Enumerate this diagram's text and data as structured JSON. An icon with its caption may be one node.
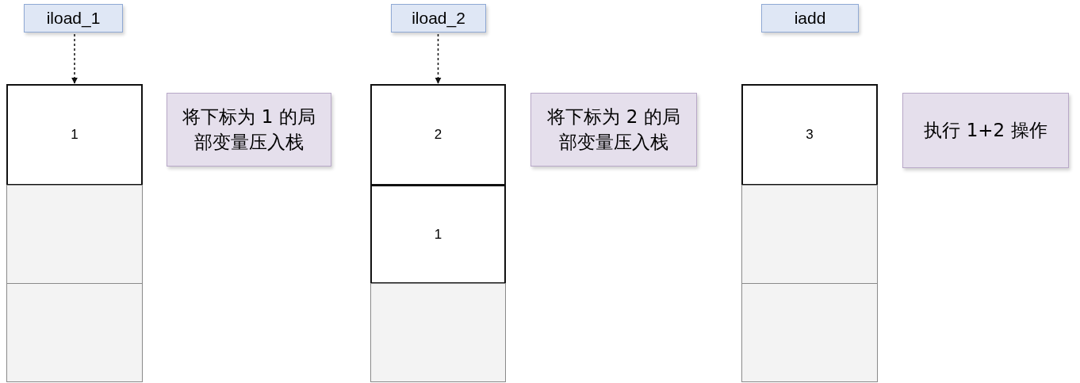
{
  "diagram": {
    "nodes": [
      {
        "text": [
          "iload_1"
        ]
      },
      {
        "text": [
          "1"
        ]
      },
      {
        "text": [],
        "shape": "box"
      },
      {
        "text": [],
        "shape": "box"
      },
      {
        "text": [
          "将下标为 1 的局部变量压入栈"
        ]
      },
      {
        "text": [
          "iload_2"
        ]
      },
      {
        "text": [
          "2"
        ]
      },
      {
        "text": [
          "1"
        ]
      },
      {
        "text": [],
        "shape": "box"
      },
      {
        "text": [
          "将下标为 2 的局部变量压入栈"
        ]
      },
      {
        "text": [
          "iadd"
        ]
      },
      {
        "text": [
          "3"
        ]
      },
      {
        "text": [],
        "shape": "box"
      },
      {
        "text": [],
        "shape": "box"
      },
      {
        "text": [
          "执行 1+2 操作"
        ]
      }
    ],
    "edges": [
      {
        "from": 0,
        "to": 1,
        "arrow": "to",
        "style": "dashed"
      },
      {
        "from": 5,
        "to": 6,
        "arrow": "to",
        "style": "dashed"
      }
    ]
  }
}
